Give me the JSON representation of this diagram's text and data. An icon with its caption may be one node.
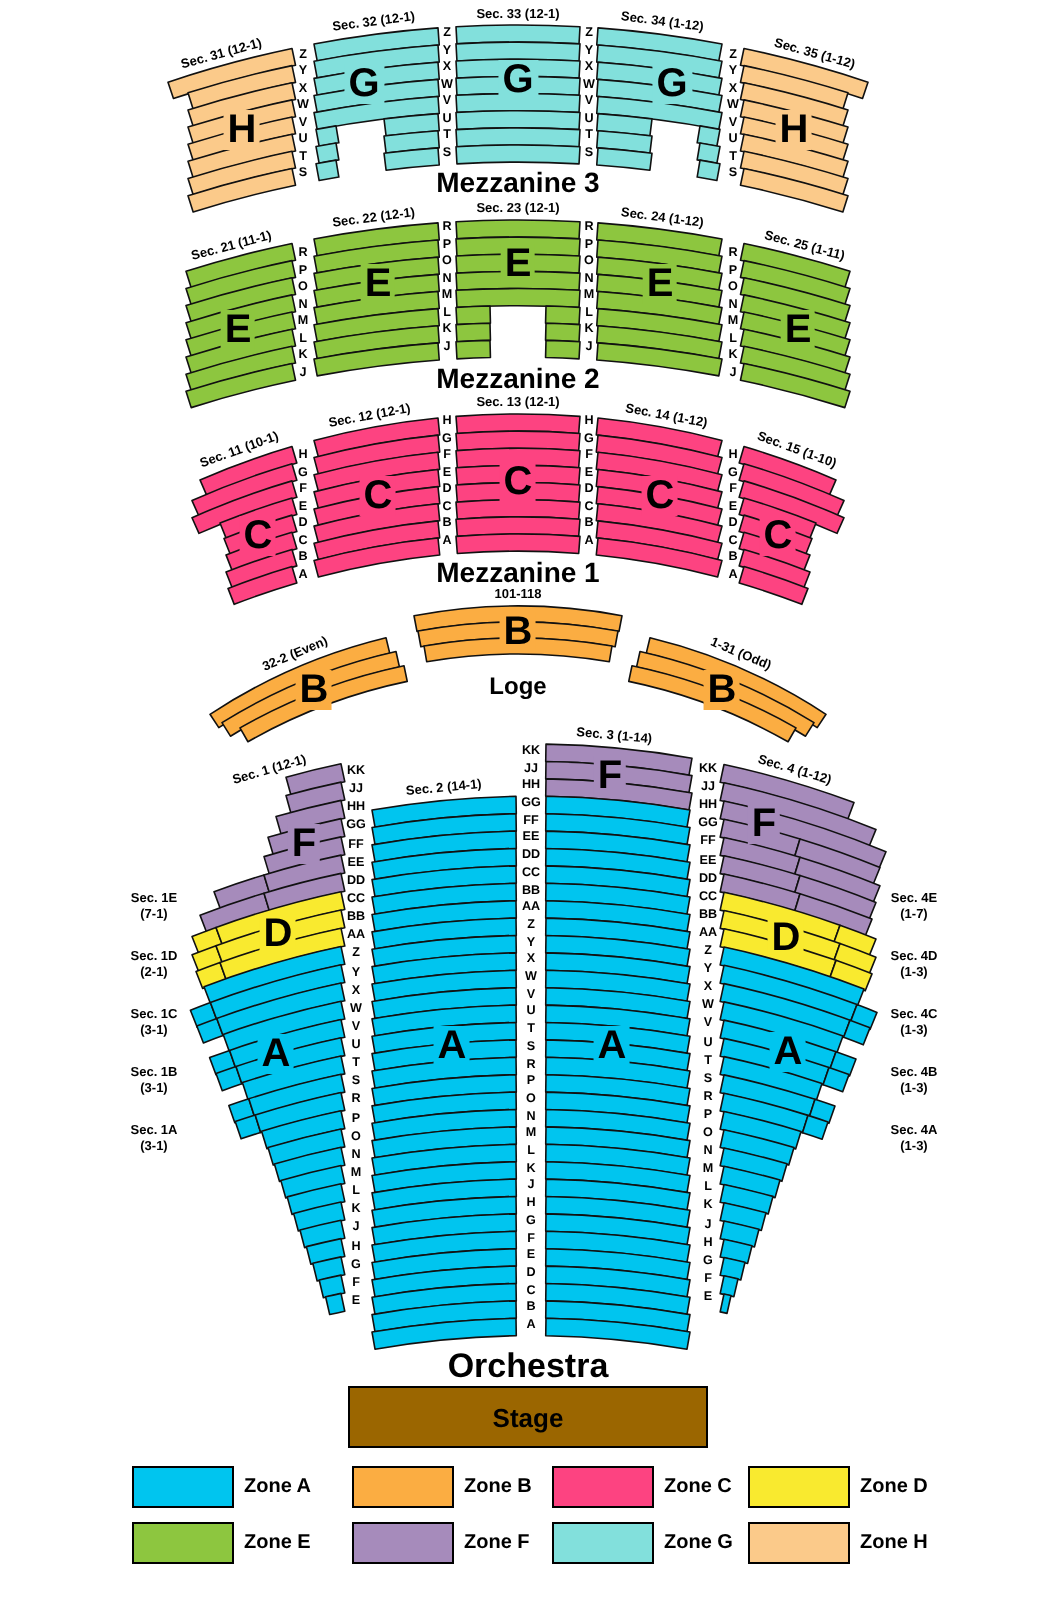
{
  "diagram": {
    "nodes": [
      {
        "text": [
          "Sec. 31 (12-1)",
          "H"
        ]
      },
      {
        "text": [
          "Sec. 32 (12-1)",
          "G"
        ]
      },
      {
        "text": [
          "Sec. 33 (12-1)",
          "G"
        ]
      },
      {
        "text": [
          "Sec. 34 (1-12)",
          "G"
        ]
      },
      {
        "text": [
          "Sec. 35 (1-12)",
          "H"
        ]
      },
      {
        "text": [
          "Sec. 21 (11-1)",
          "E"
        ]
      },
      {
        "text": [
          "Sec. 22 (12-1)",
          "E"
        ]
      },
      {
        "text": [
          "Sec. 23 (12-1)",
          "E"
        ]
      },
      {
        "text": [
          "Sec. 24 (1-12)",
          "E"
        ]
      },
      {
        "text": [
          "Sec. 25 (1-11)",
          "E"
        ]
      },
      {
        "text": [
          "Sec. 11 (10-1)",
          "C"
        ]
      },
      {
        "text": [
          "Sec. 12 (12-1)",
          "C"
        ]
      },
      {
        "text": [
          "Sec. 13 (12-1)",
          "C"
        ]
      },
      {
        "text": [
          "Sec. 14 (1-12)",
          "C"
        ]
      },
      {
        "text": [
          "Sec. 15 (1-10)",
          "C"
        ]
      },
      {
        "text": [
          "32-2 (Even)",
          "B"
        ]
      },
      {
        "text": [
          "101-118",
          "B"
        ]
      },
      {
        "text": [
          "1-31 (Odd)",
          "B"
        ]
      },
      {
        "text": [
          "Sec. 1 (12-1)",
          "F"
        ]
      },
      {
        "text": [
          "D"
        ]
      },
      {
        "text": [
          "A"
        ]
      },
      {
        "text": [
          "Sec. 2 (14-1)",
          "A"
        ]
      },
      {
        "text": [
          "Sec. 3 (1-14)",
          "F"
        ]
      },
      {
        "text": [
          "A"
        ]
      },
      {
        "text": [
          "Sec. 4 (1-12)",
          "F"
        ]
      },
      {
        "text": [
          "D"
        ]
      },
      {
        "text": [
          "A"
        ]
      },
      {
        "text": [
          "Stage"
        ]
      }
    ],
    "labels": [
      "Z",
      "Y",
      "X",
      "W",
      "V",
      "U",
      "T",
      "S",
      "Z",
      "Y",
      "X",
      "W",
      "V",
      "U",
      "T",
      "S",
      "Z",
      "Y",
      "X",
      "W",
      "V",
      "U",
      "T",
      "S",
      "Z",
      "Y",
      "X",
      "W",
      "V",
      "U",
      "T",
      "S",
      "Mezzanine 3",
      "R",
      "P",
      "O",
      "N",
      "M",
      "L",
      "K",
      "J",
      "R",
      "P",
      "O",
      "N",
      "M",
      "L",
      "K",
      "J",
      "R",
      "P",
      "O",
      "N",
      "M",
      "L",
      "K",
      "J",
      "R",
      "P",
      "O",
      "N",
      "M",
      "L",
      "K",
      "J",
      "Mezzanine 2",
      "H",
      "G",
      "F",
      "E",
      "D",
      "C",
      "B",
      "A",
      "H",
      "G",
      "F",
      "E",
      "D",
      "C",
      "B",
      "A",
      "H",
      "G",
      "F",
      "E",
      "D",
      "C",
      "B",
      "A",
      "H",
      "G",
      "F",
      "E",
      "D",
      "C",
      "B",
      "A",
      "Mezzanine 1",
      "Loge",
      "KK",
      "JJ",
      "HH",
      "GG",
      "FF",
      "EE",
      "DD",
      "CC",
      "BB",
      "AA",
      "Z",
      "Y",
      "X",
      "W",
      "V",
      "U",
      "T",
      "S",
      "R",
      "P",
      "O",
      "N",
      "M",
      "L",
      "K",
      "J",
      "H",
      "G",
      "F",
      "E",
      "KK",
      "JJ",
      "HH",
      "GG",
      "FF",
      "EE",
      "DD",
      "CC",
      "BB",
      "AA",
      "Z",
      "Y",
      "X",
      "W",
      "V",
      "U",
      "T",
      "S",
      "R",
      "P",
      "O",
      "N",
      "M",
      "L",
      "K",
      "J",
      "H",
      "G",
      "F",
      "E",
      "D",
      "C",
      "B",
      "A",
      "KK",
      "JJ",
      "HH",
      "GG",
      "FF",
      "EE",
      "DD",
      "CC",
      "BB",
      "AA",
      "Z",
      "Y",
      "X",
      "W",
      "V",
      "U",
      "T",
      "S",
      "R",
      "P",
      "O",
      "N",
      "M",
      "L",
      "K",
      "J",
      "H",
      "G",
      "F",
      "E",
      "Sec. 1E (7-1)",
      "Sec. 1D (2-1)",
      "Sec. 1C (3-1)",
      "Sec. 1B (3-1)",
      "Sec. 1A (3-1)",
      "Sec. 4E (1-7)",
      "Sec. 4D (1-3)",
      "Sec. 4C (1-3)",
      "Sec. 4B (1-3)",
      "Sec. 4A (1-3)",
      "Orchestra"
    ],
    "legend": [
      {
        "text": "Zone A",
        "color": "#00c5ef"
      },
      {
        "text": "Zone B",
        "color": "#fbad42"
      },
      {
        "text": "Zone C",
        "color": "#fd4381"
      },
      {
        "text": "Zone D",
        "color": "#f9ea2f"
      },
      {
        "text": "Zone E",
        "color": "#8dc63f"
      },
      {
        "text": "Zone F",
        "color": "#a68bbb"
      },
      {
        "text": "Zone G",
        "color": "#82e0dc"
      },
      {
        "text": "Zone H",
        "color": "#fbca8a"
      }
    ]
  }
}
